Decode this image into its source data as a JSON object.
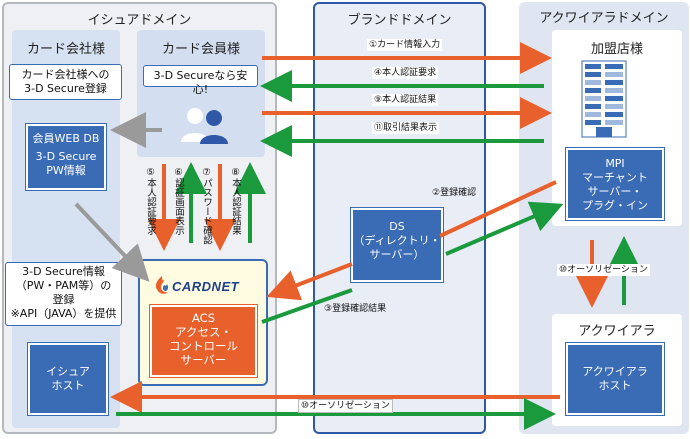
{
  "domains": {
    "issuer": "イシュアドメイン",
    "brand": "ブランドドメイン",
    "acquirer": "アクワイアラドメイン"
  },
  "issuer": {
    "card_company_title": "カード会社様",
    "cardholder_title": "カード会員様",
    "callout_3ds_line1": "カード会社様への",
    "callout_3ds_line2": "3-D Secure登録",
    "safe_speech": "3-D Secureなら安心!",
    "member_db_line1": "会員WEB DB",
    "member_db_line2": "3-D Secure",
    "member_db_line3": "PW情報",
    "reg_note_line1": "3-D Secure情報",
    "reg_note_line2": "（PW・PAM等）の",
    "reg_note_line3": "登録",
    "reg_note_line4": "※API（JAVA）を提供",
    "cardnet_logo": "CARDNET",
    "acs_line1": "ACS",
    "acs_line2": "アクセス・",
    "acs_line3": "コントロール",
    "acs_line4": "サーバー",
    "issuer_host_line1": "イシュア",
    "issuer_host_line2": "ホスト"
  },
  "brand": {
    "ds_line1": "DS",
    "ds_line2": "（ディレクトリ・",
    "ds_line3": "サーバー）"
  },
  "acquirer": {
    "merchant_title": "加盟店様",
    "mpi_line1": "MPI",
    "mpi_line2": "マーチャント",
    "mpi_line3": "サーバー・",
    "mpi_line4": "プラグ・イン",
    "acquirer_title": "アクワイアラ",
    "acquirer_host_line1": "アクワイアラ",
    "acquirer_host_line2": "ホスト"
  },
  "flows": {
    "f1": "①カード情報入力",
    "f4": "④本人認証要求",
    "f9": "⑨本人認証結果",
    "f11": "⑪取引結果表示",
    "f2": "②登録確認",
    "f3": "③登録確認結果",
    "f5": "⑤本人認証要求",
    "f6": "⑥認証画面表示",
    "f7": "⑦パスワード確認",
    "f8": "⑧本人認証結果",
    "f10a": "⑩オーソリゼーション",
    "f10b": "⑩オーソリゼーション"
  },
  "colors": {
    "orange": "#e8612c",
    "green": "#1a9a3c",
    "blue": "#3a6bb5",
    "gray_arrow": "#9a9a9a"
  }
}
